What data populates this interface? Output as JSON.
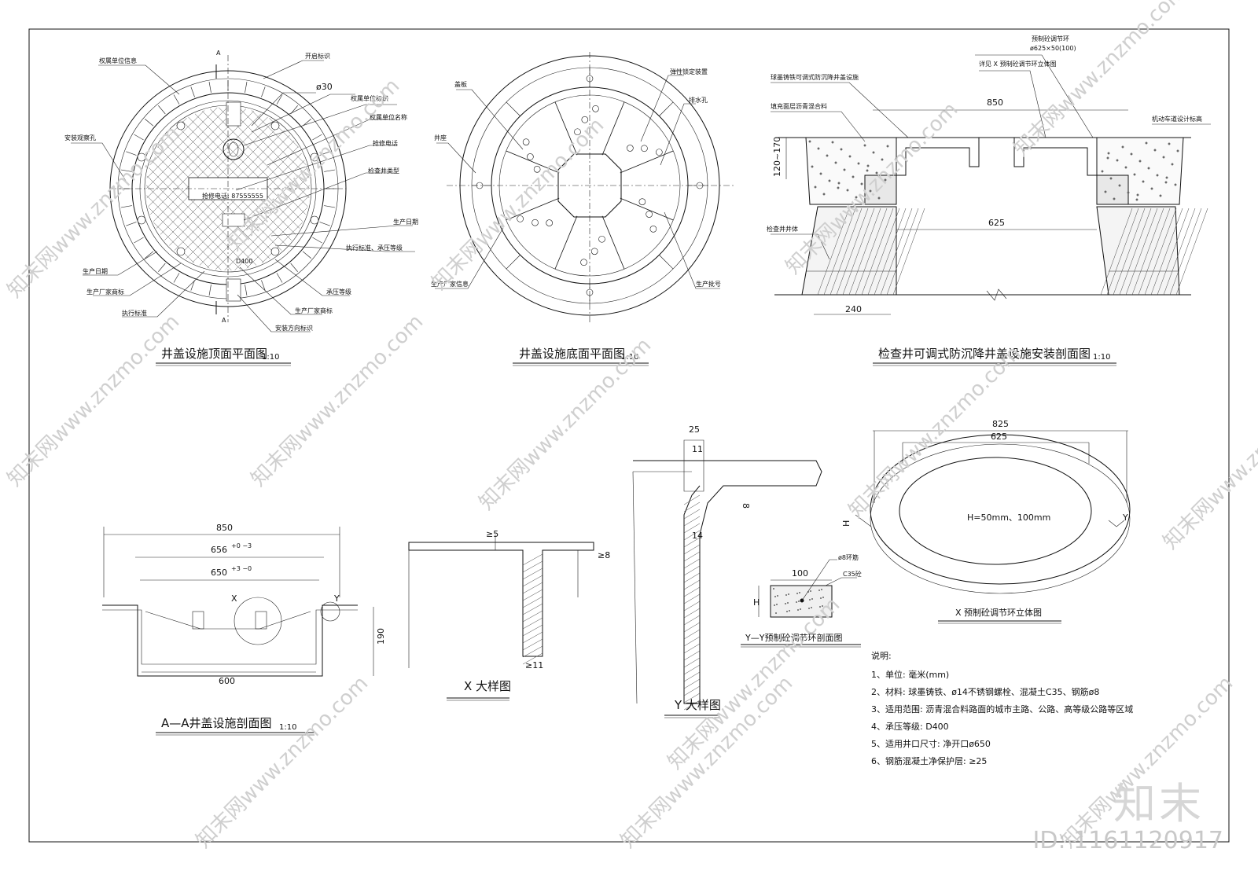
{
  "titles": {
    "top_plan": "井盖设施顶面平面图",
    "bottom_plan": "井盖设施底面平面图",
    "install_section": "检查井可调式防沉降井盖设施安装剖面图",
    "aa_section": "A—A井盖设施剖面图",
    "x_detail": "X 大样图",
    "y_detail": "Y 大样图",
    "yy_section": "Y—Y预制砼调节环剖面图",
    "ring_view": "X 预制砼调节环立体图",
    "scale": "1:10"
  },
  "top_plan_labels": {
    "owner_info": "权属单位信息",
    "open_mark": "开启标识",
    "phi30": "ø30",
    "owner_mark": "权属单位标识",
    "owner_name": "权属单位名称",
    "repair_phone": "抢修电话",
    "well_type": "检查井类型",
    "prod_date": "生产日期",
    "std_grade": "执行标准、承压等级",
    "pressure_grade": "承压等级",
    "maker_brand": "生产厂家商标",
    "install_dir": "安装方向标识",
    "install_hole": "安装观察孔",
    "left_date": "生产日期",
    "left_brand": "生产厂家商标",
    "left_std": "执行标准",
    "phone_text": "抢修电话: 87555555",
    "d400": "D400",
    "section_a": "A"
  },
  "bottom_plan_labels": {
    "cover": "盖板",
    "seat": "井座",
    "lock": "弹性锁定装置",
    "drain": "排水孔",
    "maker_info": "生产厂家信息",
    "batch": "生产批号"
  },
  "install_labels": {
    "ring": "预制砼调节环",
    "ring_size": "ø625×50(100)",
    "see_ring": "详见 X 预制砼调节环立体图",
    "ductile": "球墨铸铁可调式防沉降井盖设施",
    "fill": "填充面层沥青混合料",
    "road": "机动车道设计标高",
    "well_body": "检查井井体",
    "dim_850": "850",
    "dim_625": "625",
    "dim_240": "240",
    "dim_h": "120~170"
  },
  "aa_labels": {
    "d850": "850",
    "d656": "656",
    "d656tol": "+0 −3",
    "d650": "650",
    "d650tol": "+3 −0",
    "d600": "600",
    "d190": "190",
    "x": "X",
    "y": "Y"
  },
  "x_detail": {
    "ge5": "≥5",
    "ge8": "≥8",
    "ge11": "≥11"
  },
  "y_detail": {
    "d25": "25",
    "d11": "11",
    "d8": "8",
    "d14": "14"
  },
  "yy": {
    "rebar": "ø8环筋",
    "concrete": "C35砼",
    "d100": "100",
    "h": "H"
  },
  "ring": {
    "d825": "825",
    "d625": "625",
    "h_text": "H=50mm、100mm",
    "h": "H",
    "y": "Y"
  },
  "notes": {
    "heading": "说明:",
    "items": [
      "1、单位: 毫米(mm)",
      "2、材料: 球墨铸铁、ø14不锈钢螺栓、混凝土C35、钢筋ø8",
      "3、适用范围: 沥青混合料路面的城市主路、公路、高等级公路等区域",
      "4、承压等级: D400",
      "5、适用井口尺寸: 净开口ø650",
      "6、钢筋混凝土净保护层: ≥25"
    ]
  },
  "watermark": {
    "text": "知末网www.znzmo.com",
    "logo": "知末",
    "id": "ID: 1161120917"
  }
}
